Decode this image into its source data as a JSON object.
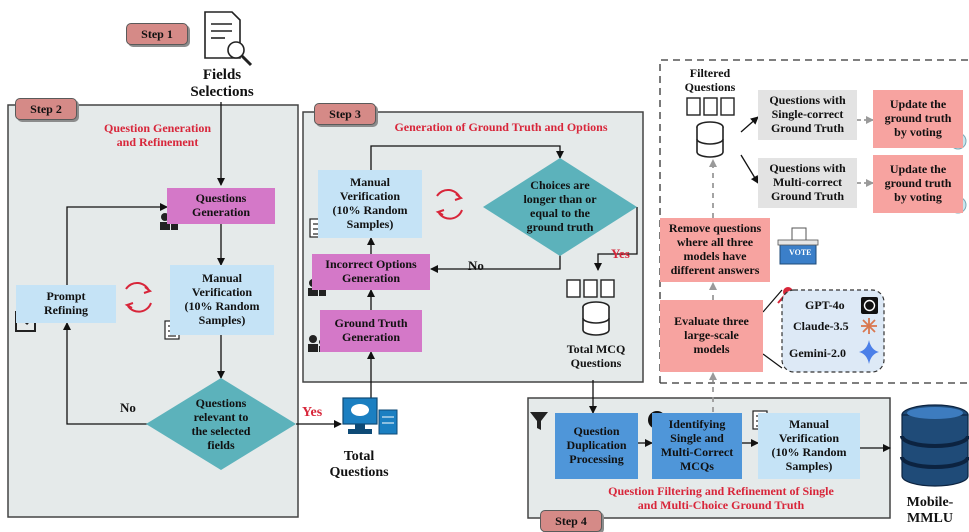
{
  "steps": {
    "step1": "Step 1",
    "step2": "Step 2",
    "step3": "Step 3",
    "step4": "Step 4"
  },
  "top": {
    "fields_selections": "Fields\nSelections"
  },
  "step2": {
    "title": "Question Generation\nand Refinement",
    "questions_generation": "Questions\nGeneration",
    "manual_verification": "Manual\nVerification\n(10% Random\nSamples)",
    "prompt_refining": "Prompt\nRefining",
    "decision": "Questions\nrelevant to\nthe selected\nfields",
    "no": "No",
    "yes": "Yes",
    "total_questions": "Total\nQuestions"
  },
  "step3": {
    "title": "Generation of Ground Truth and Options",
    "manual_verification": "Manual\nVerification\n(10% Random\nSamples)",
    "decision": "Choices are\nlonger than or\nequal to the\nground truth",
    "yes": "Yes",
    "no": "No",
    "incorrect_options": "Incorrect Options\nGeneration",
    "ground_truth": "Ground Truth\nGeneration",
    "total_mcq": "Total MCQ\nQuestions"
  },
  "right": {
    "filtered_questions": "Filtered\nQuestions",
    "single_correct": "Questions with\nSingle-correct\nGround Truth",
    "multi_correct": "Questions with\nMulti-correct\nGround Truth",
    "update1": "Update the\nground truth\nby voting",
    "update2": "Update the\nground truth\nby voting",
    "remove": "Remove questions\nwhere all three\nmodels have\ndifferent answers",
    "evaluate": "Evaluate three\nlarge-scale\nmodels",
    "vote": "VOTE",
    "models": [
      "GPT-4o",
      "Claude-3.5",
      "Gemini-2.0"
    ]
  },
  "step4": {
    "duplication": "Question\nDuplication\nProcessing",
    "identifying": "Identifying\nSingle and\nMulti-Correct\nMCQs",
    "manual_verification": "Manual\nVerification\n(10% Random\nSamples)",
    "title": "Question Filtering and Refinement of Single\nand Multi-Choice Ground Truth",
    "mobile_mmlu": "Mobile-\nMMLU"
  },
  "colors": {
    "panel": "#e5eaea",
    "purple": "#d478c8",
    "light_blue": "#c5e3f6",
    "pink": "#f7a3a0",
    "grey": "#e3e3e3",
    "teal": "#5cb2bb",
    "dark_blue": "#4f96d9",
    "step_tag": "#d58a87",
    "accent_red": "#d8263a"
  },
  "icons": [
    "document-search-icon",
    "robot-team-icon",
    "refresh-cycle-icon",
    "checklist-icon",
    "edit-icon",
    "computer-cloud-icon",
    "document-icon",
    "database-icon",
    "filter-icon",
    "search-icon",
    "pin-icon",
    "vote-box-icon",
    "openai-icon",
    "claude-icon",
    "gemini-icon",
    "coin-icon"
  ]
}
